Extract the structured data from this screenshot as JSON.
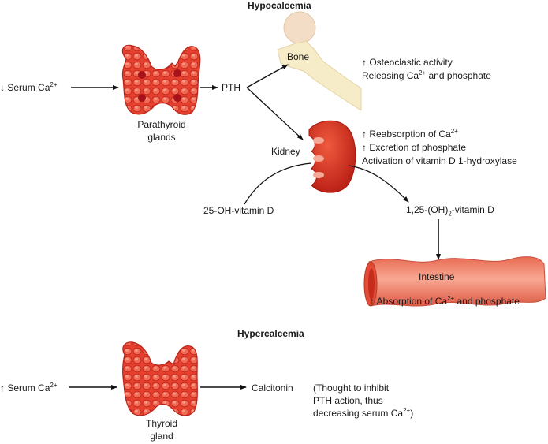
{
  "hypocalcemia": {
    "title": "Hypocalcemia",
    "trigger": {
      "arrow": "↓",
      "text": "Serum Ca",
      "sup": "2+"
    },
    "gland_label_1": "Parathyroid",
    "gland_label_2": "glands",
    "hormone": "PTH",
    "bone": {
      "label": "Bone",
      "effect_1": {
        "arrow": "↑",
        "text": "Osteoclastic activity"
      },
      "effect_2": {
        "pre": "Releasing Ca",
        "sup": "2+",
        "post": " and phosphate"
      }
    },
    "kidney": {
      "label": "Kidney",
      "effect_1": {
        "arrow": "↑",
        "pre": "Reabsorption of Ca",
        "sup": "2+"
      },
      "effect_2": {
        "arrow": "↑",
        "text": "Excretion of phosphate"
      },
      "effect_3": "Activation of vitamin D 1-hydroxylase"
    },
    "vitd_input": "25-OH-vitamin D",
    "vitd_output": {
      "pre": "1,25-(OH)",
      "sub": "2",
      "post": "-vitamin D"
    },
    "intestine": {
      "label": "Intestine",
      "effect": {
        "arrow": "↑",
        "pre": "Absorption of Ca",
        "sup": "2+",
        "post": " and phosphate"
      }
    }
  },
  "hypercalcemia": {
    "title": "Hypercalcemia",
    "trigger": {
      "arrow": "↑",
      "text": "Serum Ca",
      "sup": "2+"
    },
    "gland_label_1": "Thyroid",
    "gland_label_2": "gland",
    "hormone": "Calcitonin",
    "note_1": "(Thought to inhibit",
    "note_2": "PTH action, thus",
    "note_3_pre": "decreasing serum Ca",
    "note_3_sup": "2+",
    "note_3_post": ")"
  },
  "colors": {
    "gland": "#e8402e",
    "gland_dark": "#b8231a",
    "gland_cell": "#f36a55",
    "node": "#a5121a",
    "bone": "#f7ecc8",
    "bone_edge": "#e4d3a3",
    "kidney": "#d9301f",
    "intestine": "#ef8068",
    "arrow": "#111111"
  }
}
